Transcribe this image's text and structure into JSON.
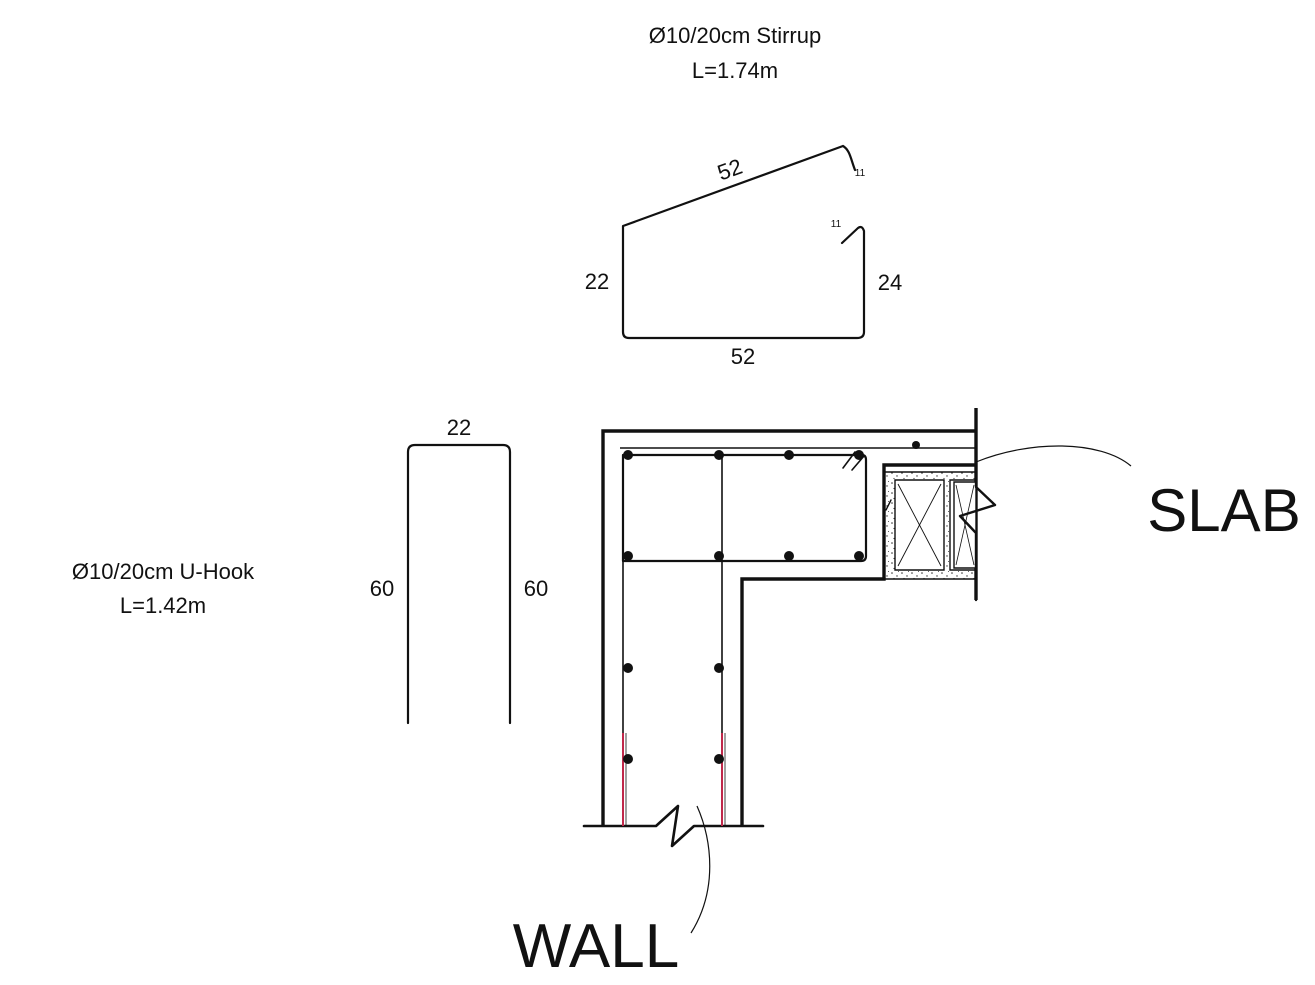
{
  "stirrup": {
    "title": "Ø10/20cm Stirrup",
    "length": "L=1.74m",
    "top_slope": "52",
    "left_side": "22",
    "right_side": "24",
    "bottom": "52",
    "hook_a": "11",
    "hook_b": "11"
  },
  "uhook": {
    "title": "Ø10/20cm U-Hook",
    "length": "L=1.42m",
    "top": "22",
    "left_leg": "60",
    "right_leg": "60"
  },
  "section": {
    "slab_label": "SLAB",
    "wall_label": "WALL"
  },
  "colors": {
    "line": "#111111",
    "wall_bar_highlight": "#c0284a"
  }
}
